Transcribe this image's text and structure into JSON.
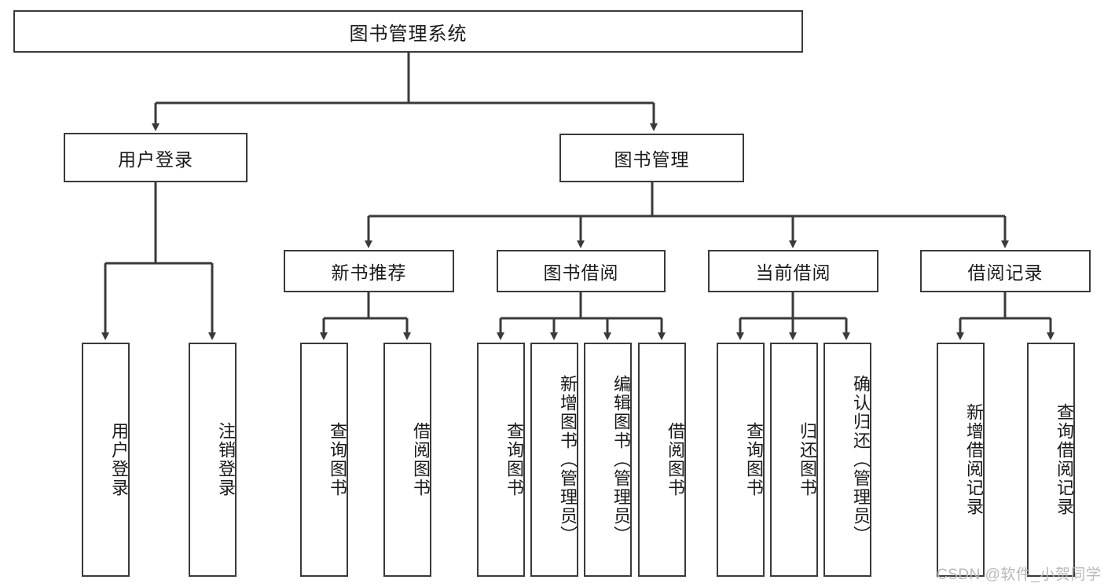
{
  "diagram": {
    "type": "tree-hierarchy-functional-decomposition",
    "root": {
      "label": "图书管理系统"
    },
    "level2": [
      {
        "label": "用户登录"
      },
      {
        "label": "图书管理"
      }
    ],
    "level3": [
      {
        "label": "新书推荐"
      },
      {
        "label": "图书借阅"
      },
      {
        "label": "当前借阅"
      },
      {
        "label": "借阅记录"
      }
    ],
    "leaves": {
      "user_login": [
        {
          "label": "用户登录"
        },
        {
          "label": "注销登录"
        }
      ],
      "new_book_recommend": [
        {
          "label": "查询图书"
        },
        {
          "label": "借阅图书"
        }
      ],
      "book_borrow": [
        {
          "label": "查询图书"
        },
        {
          "label": "新增图书（管理员）"
        },
        {
          "label": "编辑图书（管理员）"
        },
        {
          "label": "借阅图书"
        }
      ],
      "current_borrow": [
        {
          "label": "查询图书"
        },
        {
          "label": "归还图书"
        },
        {
          "label": "确认归还（管理员）"
        }
      ],
      "borrow_record": [
        {
          "label": "新增借阅记录"
        },
        {
          "label": "查询借阅记录"
        }
      ]
    }
  },
  "watermark": {
    "text": "CSDN @软件_小贺同学"
  },
  "colors": {
    "stroke": "#3a3a3a",
    "fill": "#ffffff",
    "text": "#1a1a1a",
    "watermark": "#b8b8b8"
  }
}
